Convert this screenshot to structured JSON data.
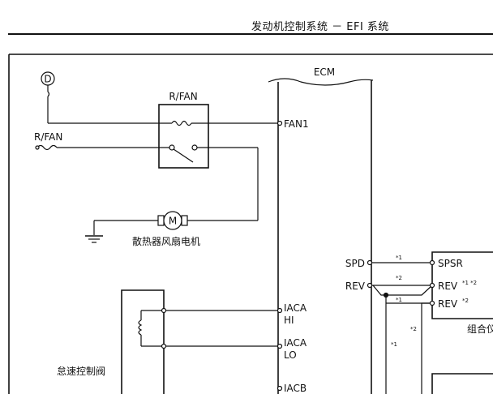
{
  "header": {
    "title": "发动机控制系统 － EFI 系统"
  },
  "diagram": {
    "connector_marker": "D",
    "relay_label": "R/FAN",
    "fuse_label": "R/FAN",
    "motor_symbol": "M",
    "motor_label": "散热器风扇电机",
    "ecm_label": "ECM",
    "idle_valve_label": "怠速控制阀",
    "combo_meter_label": "组合仪",
    "ecm_pins": {
      "fan1": "FAN1",
      "spd": "SPD",
      "rev": "REV",
      "aca_hi_1": "IACA",
      "aca_hi_2": "HI",
      "aca_lo_1": "IACA",
      "aca_lo_2": "LO",
      "acb": "IACB"
    },
    "meter_pins": {
      "spsr": "SPSR",
      "rev_a": "REV",
      "rev_a_note": "*1 *2",
      "rev_b": "REV",
      "rev_b_note": "*2"
    },
    "wire_notes": {
      "spd_note": "*1",
      "rev_note": "*2",
      "branch_note": "*1",
      "drop_note_1": "*1",
      "drop_note_2": "*2"
    }
  }
}
